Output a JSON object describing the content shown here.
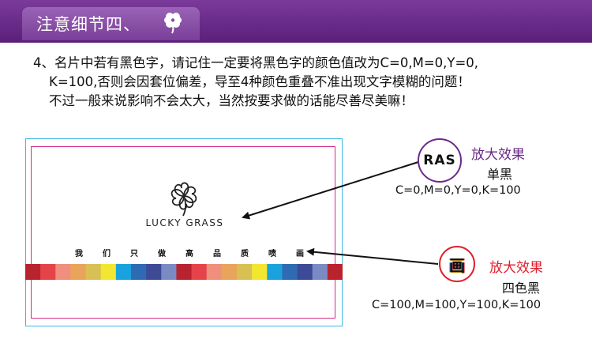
{
  "banner": {
    "title": "注意细节四、",
    "clover_icon": "clover-icon",
    "bg_color": "#5b1f7a"
  },
  "paragraph": {
    "lines": [
      "4、名片中若有黑色字，请记住一定要将黑色字的颜色值改为C=0,M=0,Y=0,",
      "K=100,否则会因套位偏差，导至4种颜色重叠不准出现文字模糊的问题！",
      "不过一般来说影响不会太大，当然按要求做的话能尽善尽美嘛！"
    ]
  },
  "card": {
    "brand": "LUCKY GRASS",
    "slogan": [
      "我",
      "们",
      "只",
      "做",
      "高",
      "品",
      "质",
      "喷",
      "画"
    ],
    "logo_icon": "four-leaf-clover-icon",
    "strip_colors": [
      "#b8232e",
      "#e5434a",
      "#ef8f7e",
      "#e9a45c",
      "#d8c054",
      "#f2e730",
      "#19a2dd",
      "#2f6bb3",
      "#3d4a96",
      "#7a8bc3",
      "#b8232e",
      "#e5434a",
      "#ef8f7e",
      "#e9a45c",
      "#d8c054",
      "#f2e730",
      "#19a2dd",
      "#2f6bb3",
      "#3d4a96",
      "#7a8bc3",
      "#b8232e"
    ],
    "trim_color": "#d52a86",
    "bleed_color": "#3ab8e4"
  },
  "callouts": {
    "single": {
      "zoom_text": "RAS",
      "title": "放大效果",
      "label": "单黑",
      "cmyk": "C=0,M=0,Y=0,K=100",
      "color": "#6a2b8a"
    },
    "rich": {
      "zoom_text": "画",
      "title": "放大效果",
      "label": "四色黑",
      "cmyk": "C=100,M=100,Y=100,K=100",
      "color": "#e0202d"
    }
  }
}
